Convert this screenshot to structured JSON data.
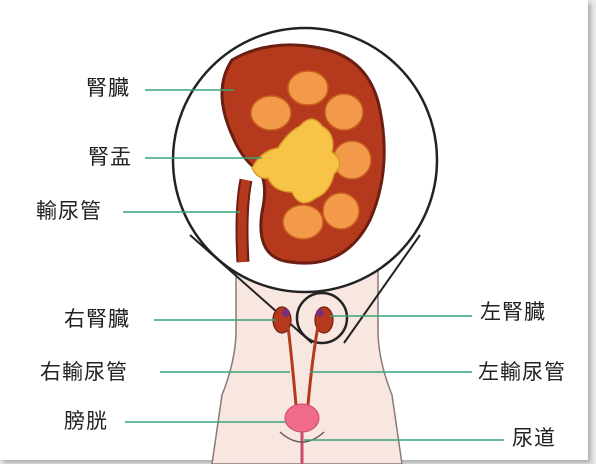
{
  "labels": {
    "kidney": "腎臓",
    "renal_pelvis": "腎盂",
    "ureter": "輸尿管",
    "right_kidney": "右腎臓",
    "left_kidney": "左腎臓",
    "right_ureter": "右輸尿管",
    "left_ureter": "左輸尿管",
    "bladder": "膀胱",
    "urethra": "尿道"
  },
  "colors": {
    "kidney_cortex": "#b5391c",
    "kidney_outline": "#6a1f12",
    "pyramid": "#f39a4a",
    "pelvis": "#f7c448",
    "leader_line": "#3aa37a",
    "body_fill": "#f8e6e0",
    "bladder": "#f06a8a"
  }
}
